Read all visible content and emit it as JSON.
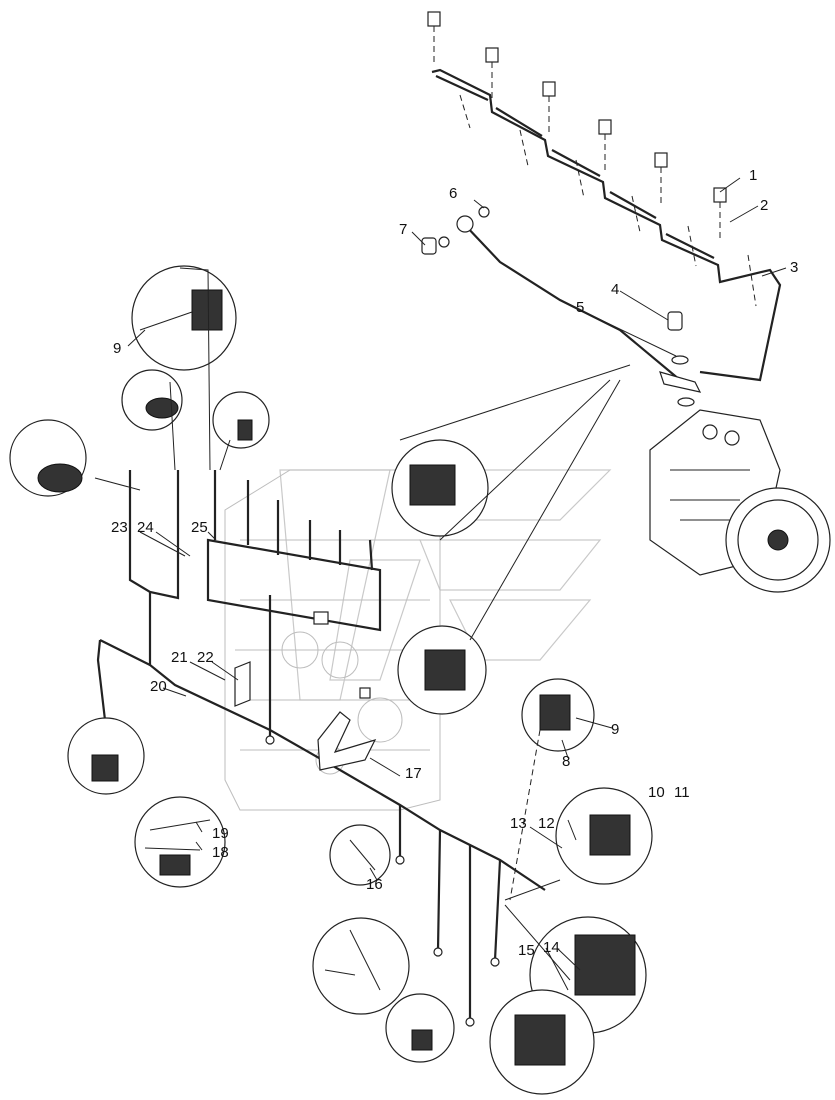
{
  "callouts": {
    "c1": "1",
    "c2": "2",
    "c3": "3",
    "c4": "4",
    "c5": "5",
    "c6": "6",
    "c7": "7",
    "c8": "8",
    "c9a": "9",
    "c9b": "9",
    "c10": "10",
    "c11": "11",
    "c12": "12",
    "c13": "13",
    "c14": "14",
    "c15": "15",
    "c16": "16",
    "c17": "17",
    "c18": "18",
    "c19": "19",
    "c20": "20",
    "c21": "21",
    "c22": "22",
    "c23": "23",
    "c24": "24",
    "c25": "25"
  },
  "components": {
    "fuel_injection_pipes": "fuel-injection-pipes",
    "fuel_return_line": "fuel-return-line",
    "injection_pump": "injection-pump",
    "engine_block": "engine-block",
    "wiring_harness": "engine-wiring-harness",
    "detail_insets": "detail-inset-circles"
  },
  "colors": {
    "line": "#222222",
    "watermark": "#c9c9c9",
    "ghost": "#bdbdbd"
  }
}
